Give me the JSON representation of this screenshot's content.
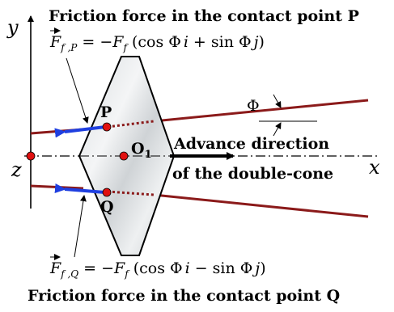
{
  "top_title": "Friction force in the contact point P",
  "bottom_title": "Friction force in the contact point Q",
  "formula_p": {
    "lhs_symbol": "F",
    "lhs_sub": "f ,P",
    "eq": " = −",
    "rhs_symbol": "F",
    "rhs_sub": "f",
    "open": " (cos Φ",
    "i": "i",
    "op": " + sin Φ",
    "j": "j",
    "close": ")"
  },
  "formula_q": {
    "lhs_symbol": "F",
    "lhs_sub": "f ,Q",
    "eq": " = −",
    "rhs_symbol": "F",
    "rhs_sub": "f",
    "open": " (cos Φ",
    "i": "i",
    "op": " − sin Φ",
    "j": "j",
    "close": ")"
  },
  "axes": {
    "y": "y",
    "z": "z",
    "x": "x"
  },
  "points": {
    "p": "P",
    "q": "Q",
    "o1": "O",
    "o1_sub": "1"
  },
  "angle_label": "Φ",
  "advance_line1": "Advance direction",
  "advance_line2": "of the double-cone",
  "colors": {
    "rail": "#8b1a1a",
    "force_arrow": "#1f3fe0",
    "point": "#e01010",
    "cone_stroke": "#000000"
  }
}
